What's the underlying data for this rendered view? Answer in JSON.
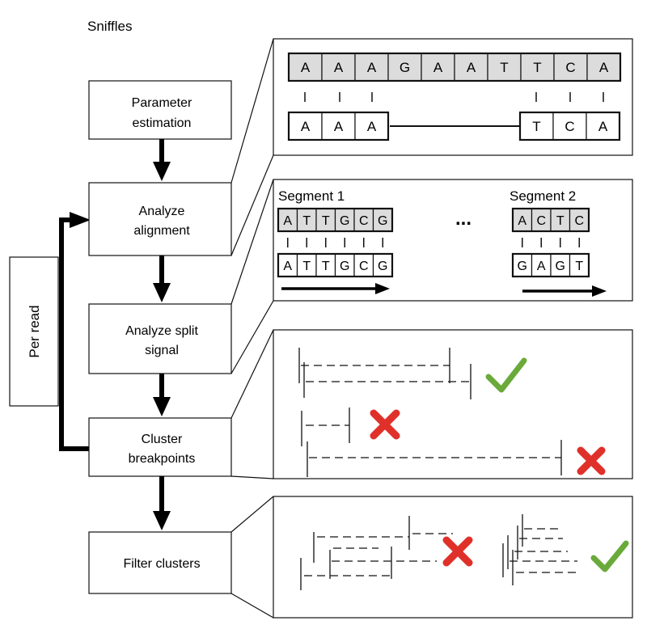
{
  "title": "Sniffles",
  "pipeline": [
    {
      "line1": "Parameter",
      "line2": "estimation"
    },
    {
      "line1": "Analyze",
      "line2": "alignment"
    },
    {
      "line1": "Analyze split",
      "line2": "signal"
    },
    {
      "line1": "Cluster",
      "line2": "breakpoints"
    },
    {
      "line1": "Filter clusters",
      "line2": ""
    }
  ],
  "loop_label": "Per read",
  "alignment_panel": {
    "reference": [
      "A",
      "A",
      "A",
      "G",
      "A",
      "A",
      "T",
      "T",
      "C",
      "A"
    ],
    "read_left": [
      "A",
      "A",
      "A"
    ],
    "read_right": [
      "T",
      "C",
      "A"
    ]
  },
  "split_panel": {
    "segment1_label": "Segment 1",
    "segment2_label": "Segment 2",
    "ellipsis": "...",
    "seg1_ref": [
      "A",
      "T",
      "T",
      "G",
      "C",
      "G"
    ],
    "seg1_read": [
      "A",
      "T",
      "T",
      "G",
      "C",
      "G"
    ],
    "seg2_ref": [
      "A",
      "C",
      "T",
      "C"
    ],
    "seg2_read": [
      "G",
      "A",
      "G",
      "T"
    ]
  },
  "colors": {
    "check": "#6aaa3a",
    "cross": "#e0302a",
    "shaded_cell": "#dcdcdc"
  }
}
